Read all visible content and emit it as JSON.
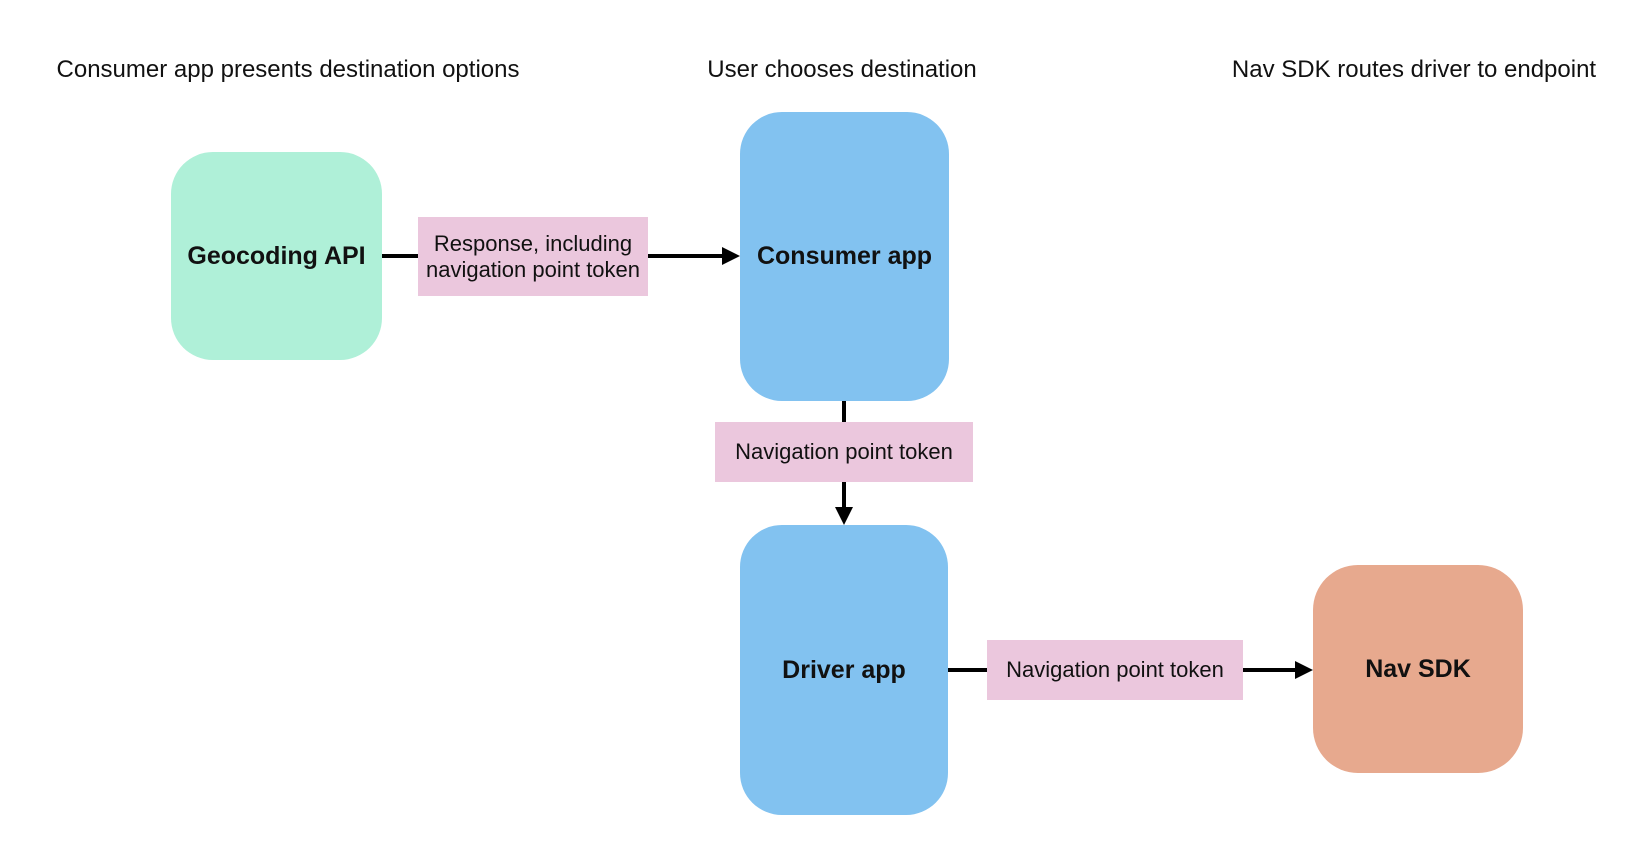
{
  "diagram": {
    "headers": [
      {
        "label": "Consumer app presents destination options"
      },
      {
        "label": "User chooses destination"
      },
      {
        "label": "Nav SDK routes driver to endpoint"
      }
    ],
    "nodes": [
      {
        "id": "geocoding-api",
        "label": "Geocoding API",
        "color": "#aff0d8"
      },
      {
        "id": "consumer-app",
        "label": "Consumer app",
        "color": "#82c2f0"
      },
      {
        "id": "driver-app",
        "label": "Driver app",
        "color": "#82c2f0"
      },
      {
        "id": "nav-sdk",
        "label": "Nav SDK",
        "color": "#e7a98e"
      }
    ],
    "edges": [
      {
        "from": "geocoding-api",
        "to": "consumer-app",
        "label": "Response, including navigation point token",
        "direction": "right"
      },
      {
        "from": "consumer-app",
        "to": "driver-app",
        "label": "Navigation point token",
        "direction": "down"
      },
      {
        "from": "driver-app",
        "to": "nav-sdk",
        "label": "Navigation point token",
        "direction": "right"
      }
    ],
    "colors": {
      "edge_label_pink": "#ebc7dd",
      "arrow": "#000000",
      "text": "#111111",
      "background": "#ffffff"
    }
  }
}
